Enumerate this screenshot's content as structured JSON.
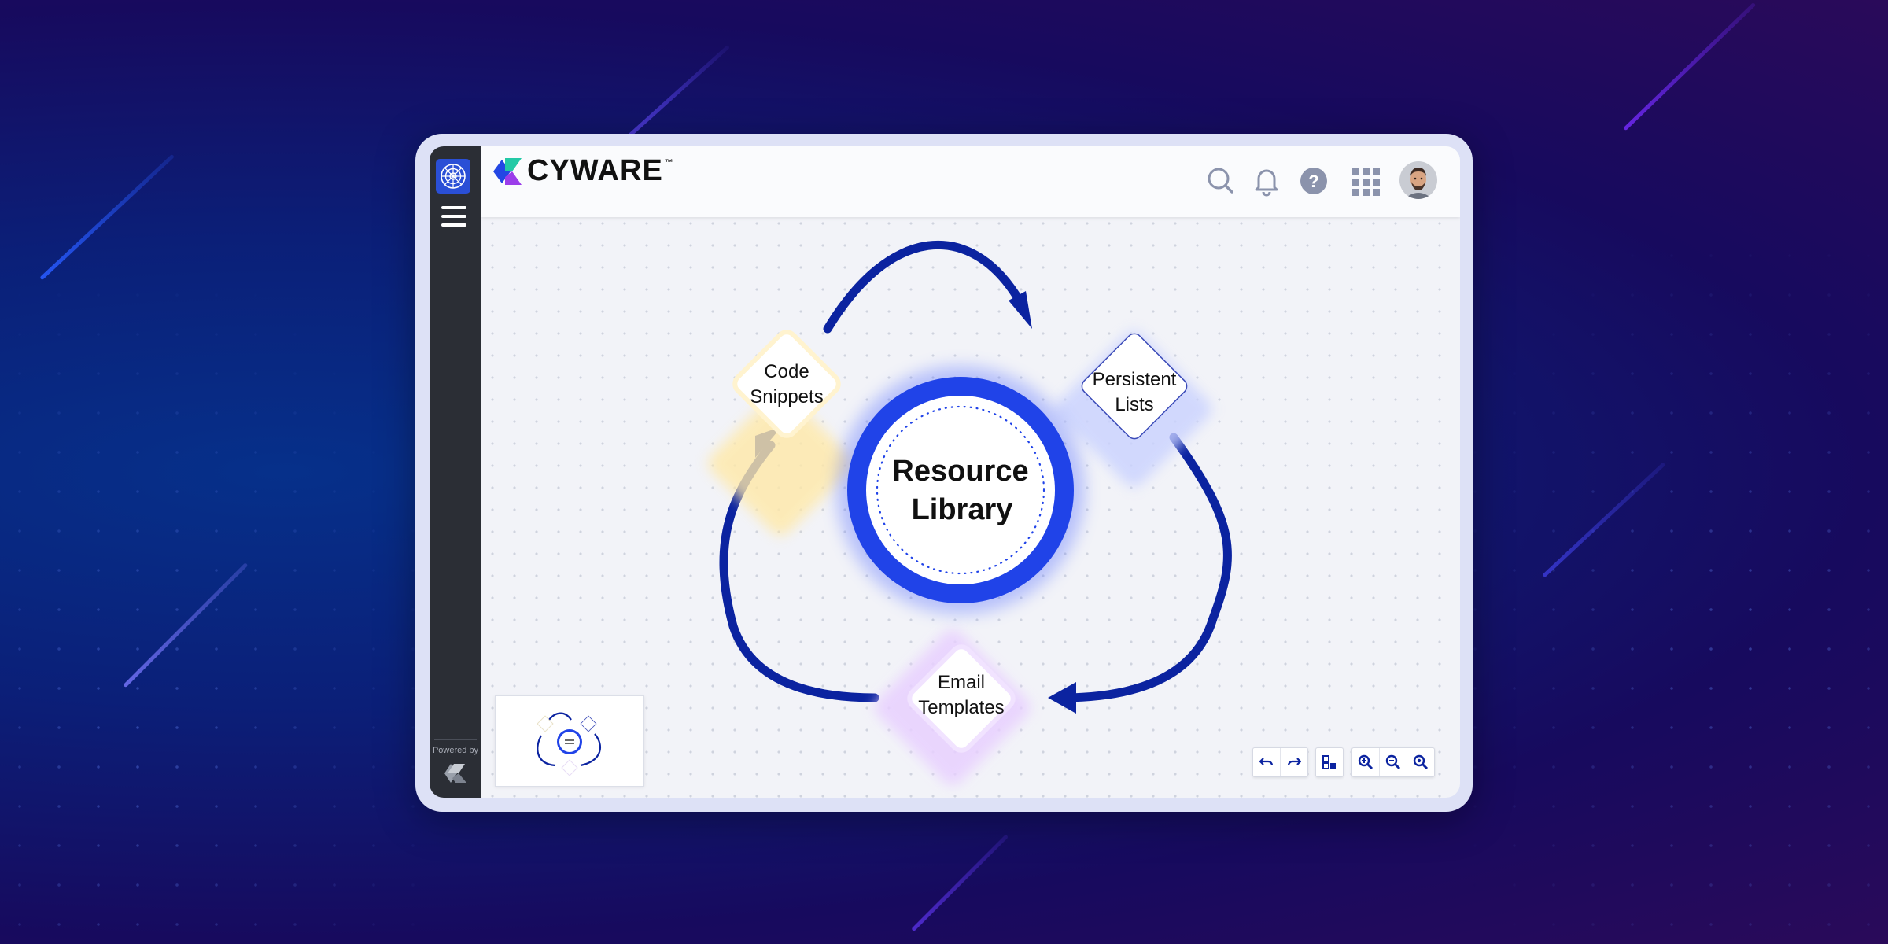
{
  "app": {
    "brand_name": "CYWARE",
    "trademark": "™",
    "powered_by": "Powered by"
  },
  "topbar": {
    "icons": [
      "search-icon",
      "bell-icon",
      "help-icon",
      "apps-grid-icon",
      "user-avatar"
    ]
  },
  "diagram": {
    "center": {
      "line1": "Resource",
      "line2": "Library"
    },
    "nodes": [
      {
        "id": "code-snippets",
        "line1": "Code",
        "line2": "Snippets"
      },
      {
        "id": "persistent-lists",
        "line1": "Persistent",
        "line2": "Lists"
      },
      {
        "id": "email-templates",
        "line1": "Email",
        "line2": "Templates"
      }
    ]
  },
  "controls": {
    "buttons": [
      "undo-icon",
      "redo-icon",
      "layout-icon",
      "zoom-in-icon",
      "zoom-out-icon",
      "zoom-fit-icon"
    ]
  },
  "colors": {
    "accent_blue": "#0b23a0",
    "ring_blue": "#2043e8",
    "sidebar": "#2b2e35",
    "canvas": "#f2f3f8",
    "glow_yellow": "#fff1c2",
    "glow_blue": "#d6ddff",
    "glow_purple": "#ecd9ff"
  }
}
